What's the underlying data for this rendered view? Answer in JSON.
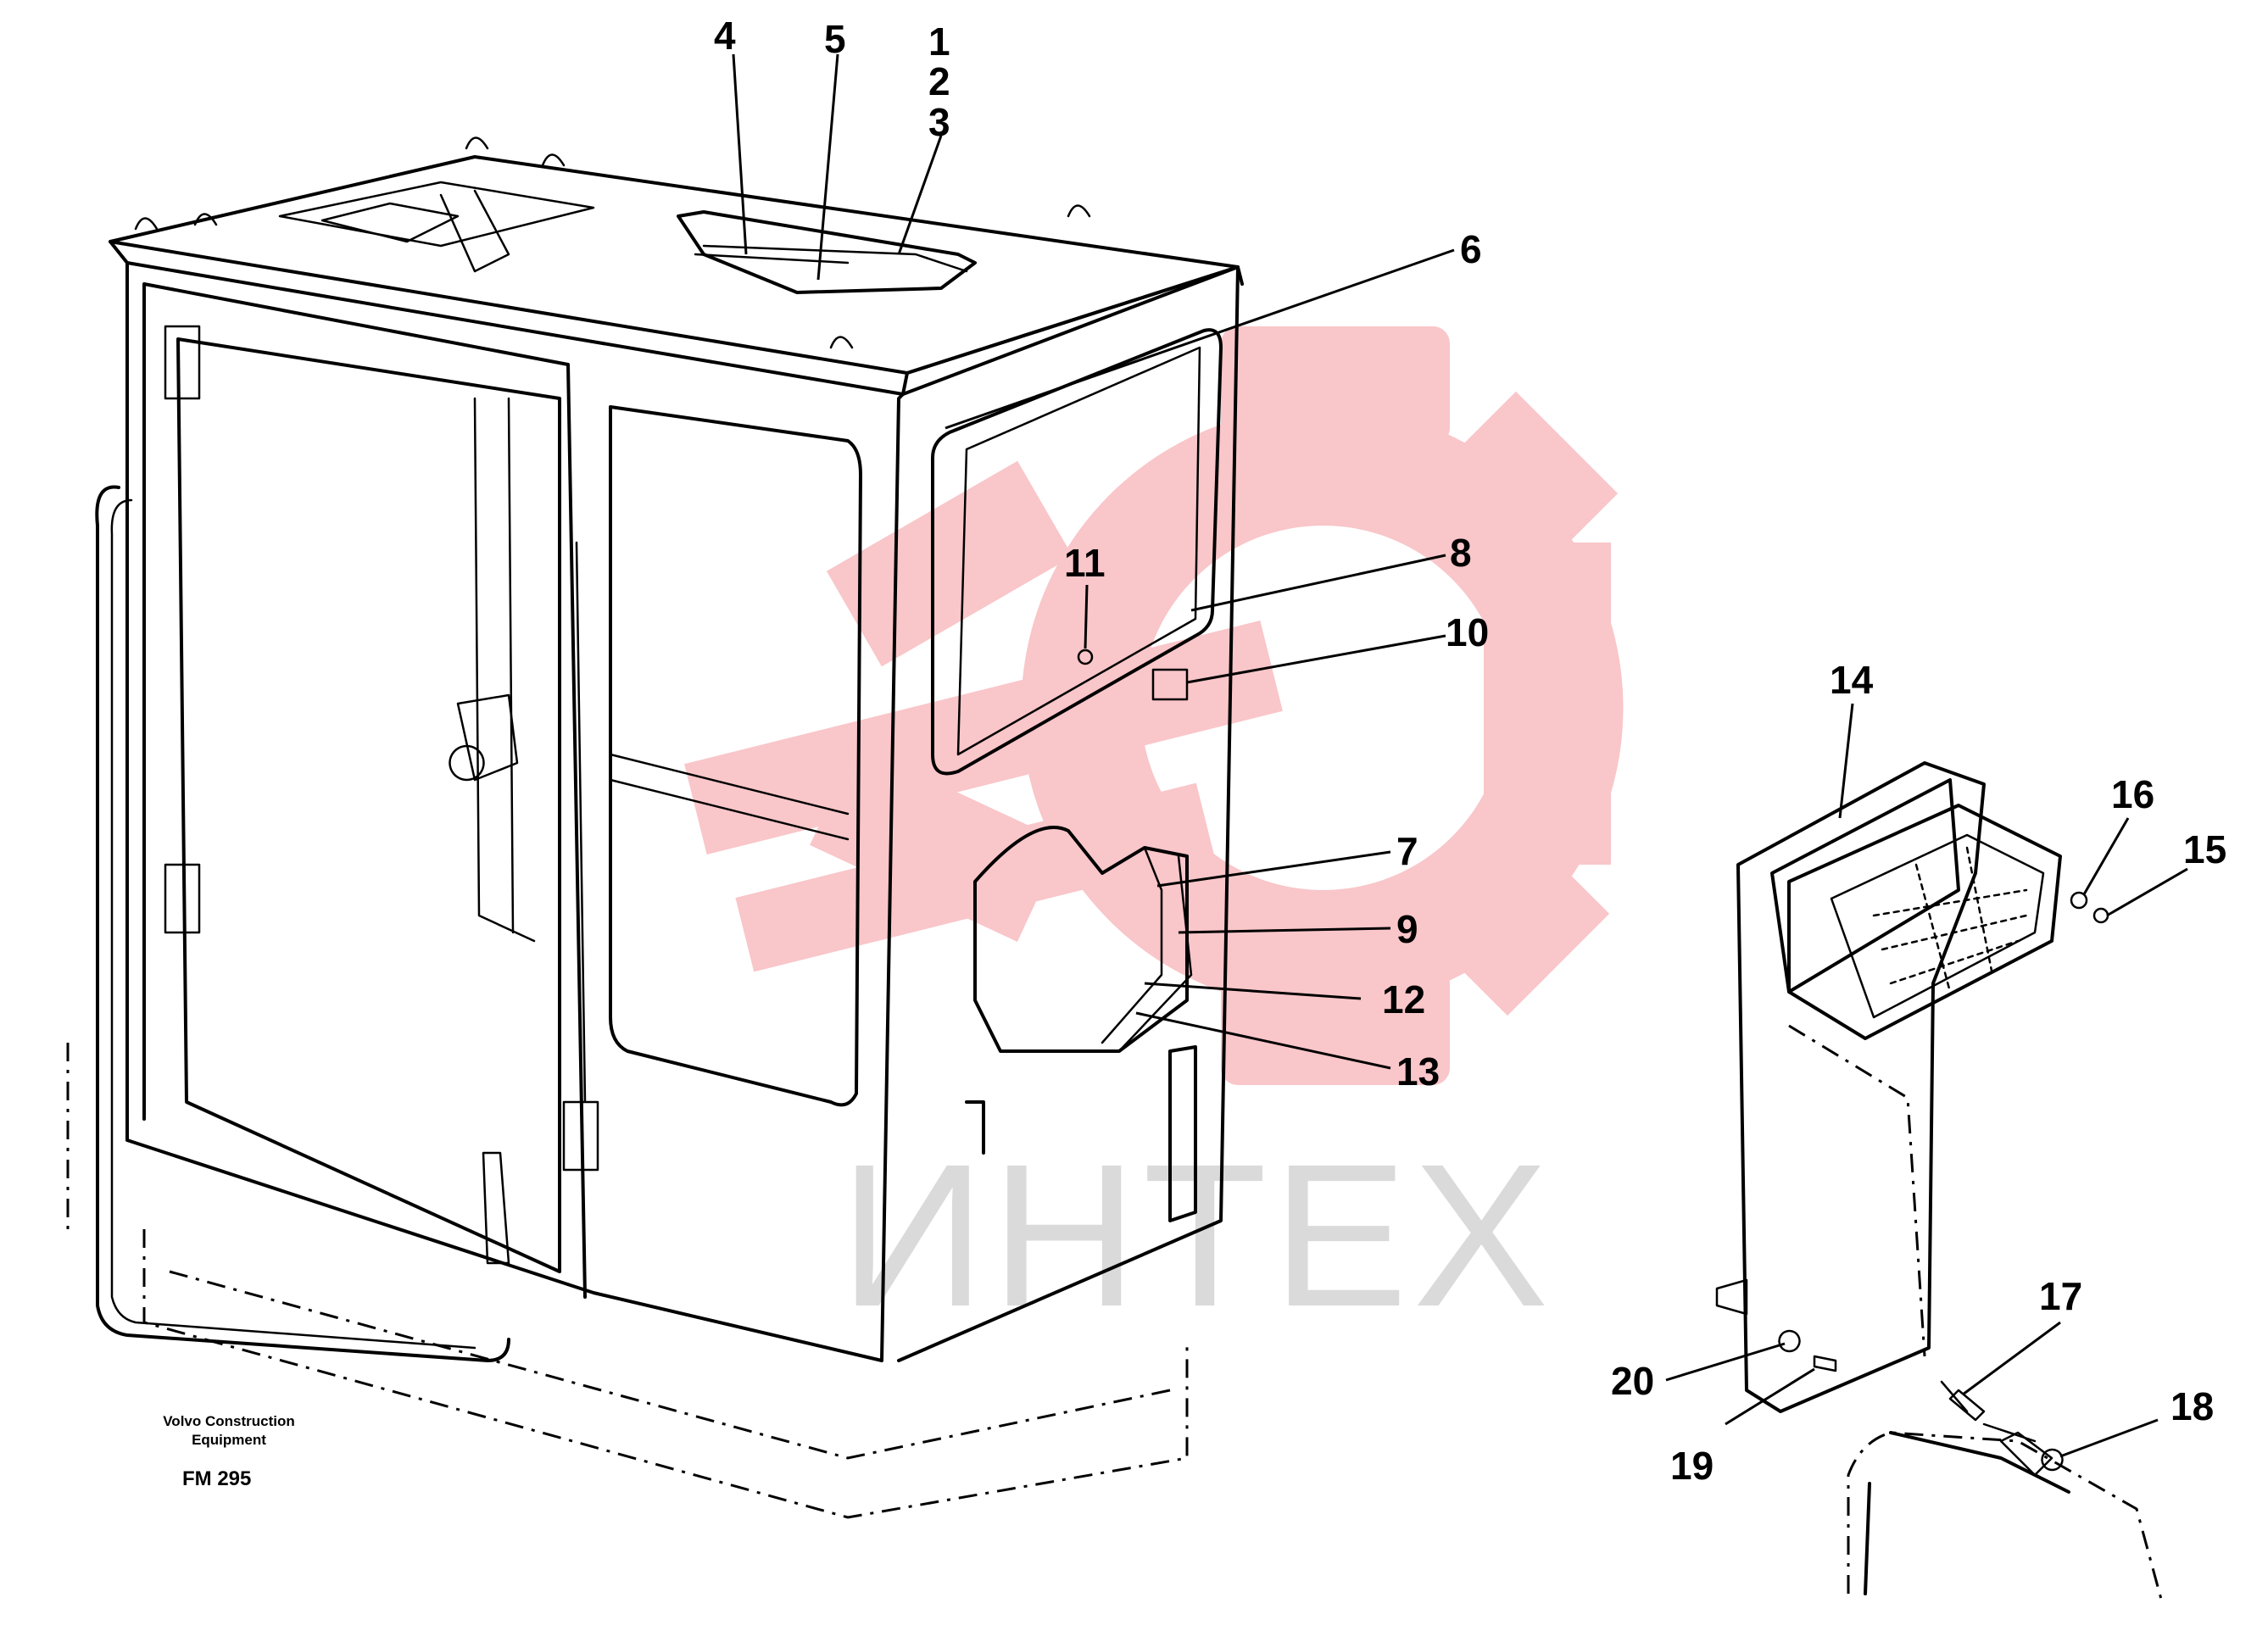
{
  "callouts": [
    {
      "id": "1",
      "label": "1"
    },
    {
      "id": "2",
      "label": "2"
    },
    {
      "id": "3",
      "label": "3"
    },
    {
      "id": "4",
      "label": "4"
    },
    {
      "id": "5",
      "label": "5"
    },
    {
      "id": "6",
      "label": "6"
    },
    {
      "id": "7",
      "label": "7"
    },
    {
      "id": "8",
      "label": "8"
    },
    {
      "id": "9",
      "label": "9"
    },
    {
      "id": "10",
      "label": "10"
    },
    {
      "id": "11",
      "label": "11"
    },
    {
      "id": "12",
      "label": "12"
    },
    {
      "id": "13",
      "label": "13"
    },
    {
      "id": "14",
      "label": "14"
    },
    {
      "id": "15",
      "label": "15"
    },
    {
      "id": "16",
      "label": "16"
    },
    {
      "id": "17",
      "label": "17"
    },
    {
      "id": "18",
      "label": "18"
    },
    {
      "id": "19",
      "label": "19"
    },
    {
      "id": "20",
      "label": "20"
    }
  ],
  "credit": {
    "line1": "Volvo Construction",
    "line2": "Equipment",
    "code": "FM 295"
  },
  "watermark": {
    "text": "ИНТЕХ",
    "color": "#e9343f"
  }
}
